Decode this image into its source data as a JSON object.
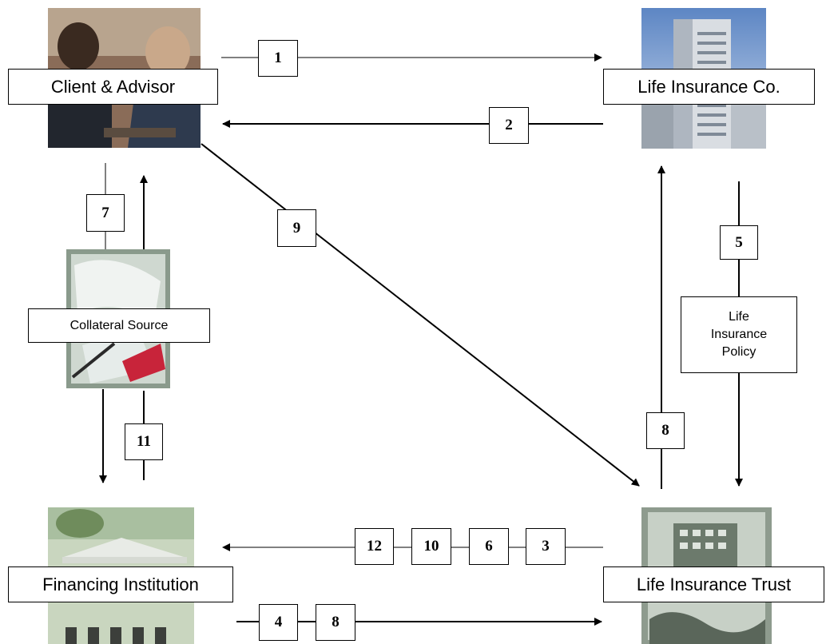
{
  "entities": {
    "client_advisor": "Client & Advisor",
    "life_insurance_co": "Life Insurance Co.",
    "collateral_source": "Collateral Source",
    "financing_institution": "Financing Institution",
    "life_insurance_trust": "Life Insurance Trust"
  },
  "policy_box": {
    "line1": "Life",
    "line2": "Insurance",
    "line3": "Policy"
  },
  "steps": {
    "s1": "1",
    "s2": "2",
    "s3": "3",
    "s4": "4",
    "s5": "5",
    "s6": "6",
    "s7": "7",
    "s8_up": "8",
    "s8_bottom": "8",
    "s9": "9",
    "s10": "10",
    "s11": "11",
    "s12": "12"
  },
  "colors": {
    "line": "#000000",
    "background": "#ffffff"
  }
}
